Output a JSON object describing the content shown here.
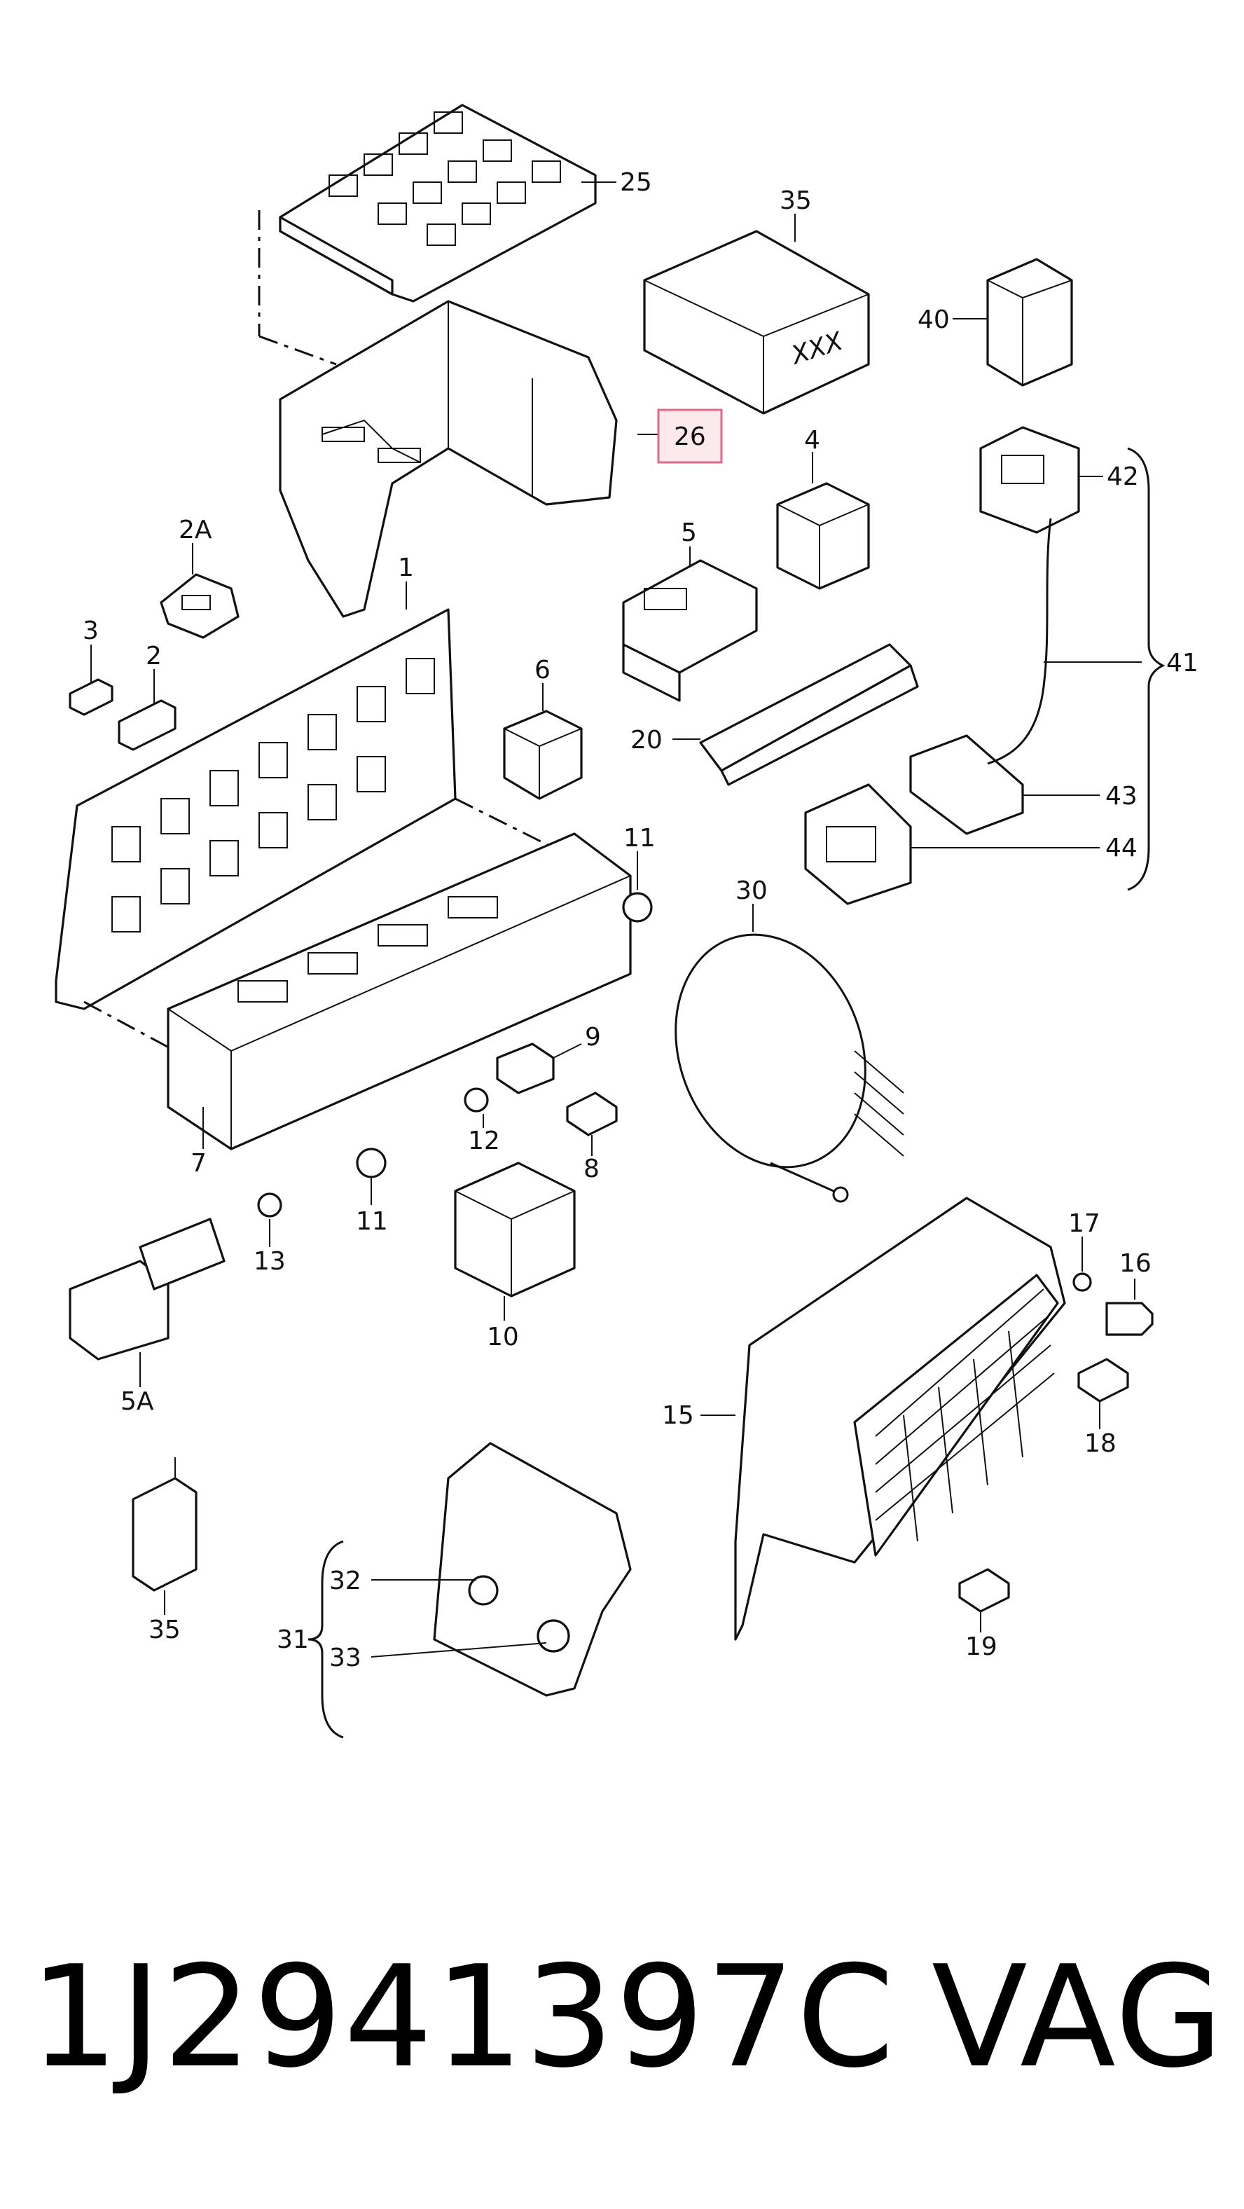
{
  "part_number": "1J2941397C",
  "brand": "VAG",
  "highlighted_callout": "26",
  "colors": {
    "highlight_fill": "#fbe9ee",
    "highlight_stroke": "#e06a86",
    "line": "#111111"
  },
  "callouts": {
    "c25": "25",
    "c35_top": "35",
    "c40": "40",
    "c26": "26",
    "c4": "4",
    "c42": "42",
    "c2A": "2A",
    "c1": "1",
    "c5": "5",
    "c3": "3",
    "c2": "2",
    "c6": "6",
    "c41": "41",
    "c20": "20",
    "c43": "43",
    "c11_top": "11",
    "c44": "44",
    "c30": "30",
    "c9": "9",
    "c12": "12",
    "c8": "8",
    "c7": "7",
    "c11_bottom": "11",
    "c13": "13",
    "c17": "17",
    "c16": "16",
    "c10": "10",
    "c5A": "5A",
    "c15": "15",
    "c18": "18",
    "c32": "32",
    "c31": "31",
    "c33": "33",
    "c19": "19",
    "c35_bottom": "35"
  },
  "box_marking": "XXX"
}
